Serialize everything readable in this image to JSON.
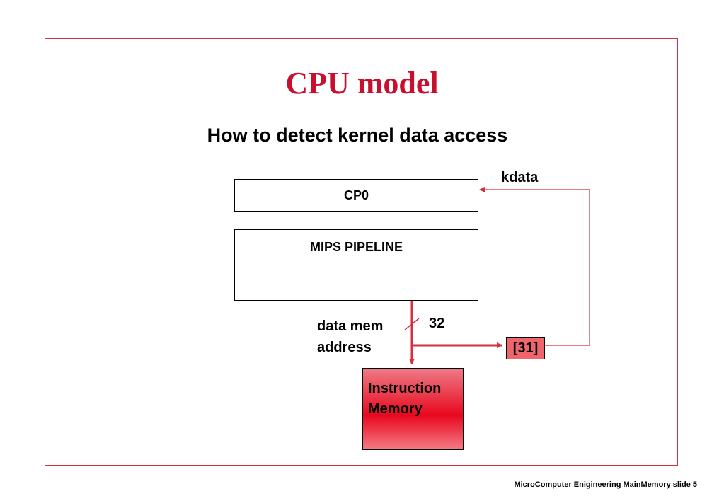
{
  "slide": {
    "title": "CPU model",
    "subtitle": "How to detect kernel data access",
    "footer": "MicroComputer Enigineering MainMemory slide 5"
  },
  "diagram": {
    "cp0_label": "CP0",
    "pipeline_label": "MIPS PIPELINE",
    "kdata_label": "kdata",
    "bus_label_line1": "data mem",
    "bus_label_line2": "address",
    "bus_width": "32",
    "bit_select_label": "[31]",
    "memory_label_line1": "Instruction",
    "memory_label_line2": "Memory",
    "colors": {
      "accent": "#c8102e",
      "wire": "#d4303f",
      "register_fill": "#f0646e",
      "memory_gradient_top": "#ee7a86",
      "memory_gradient_mid": "#e8081e"
    }
  }
}
